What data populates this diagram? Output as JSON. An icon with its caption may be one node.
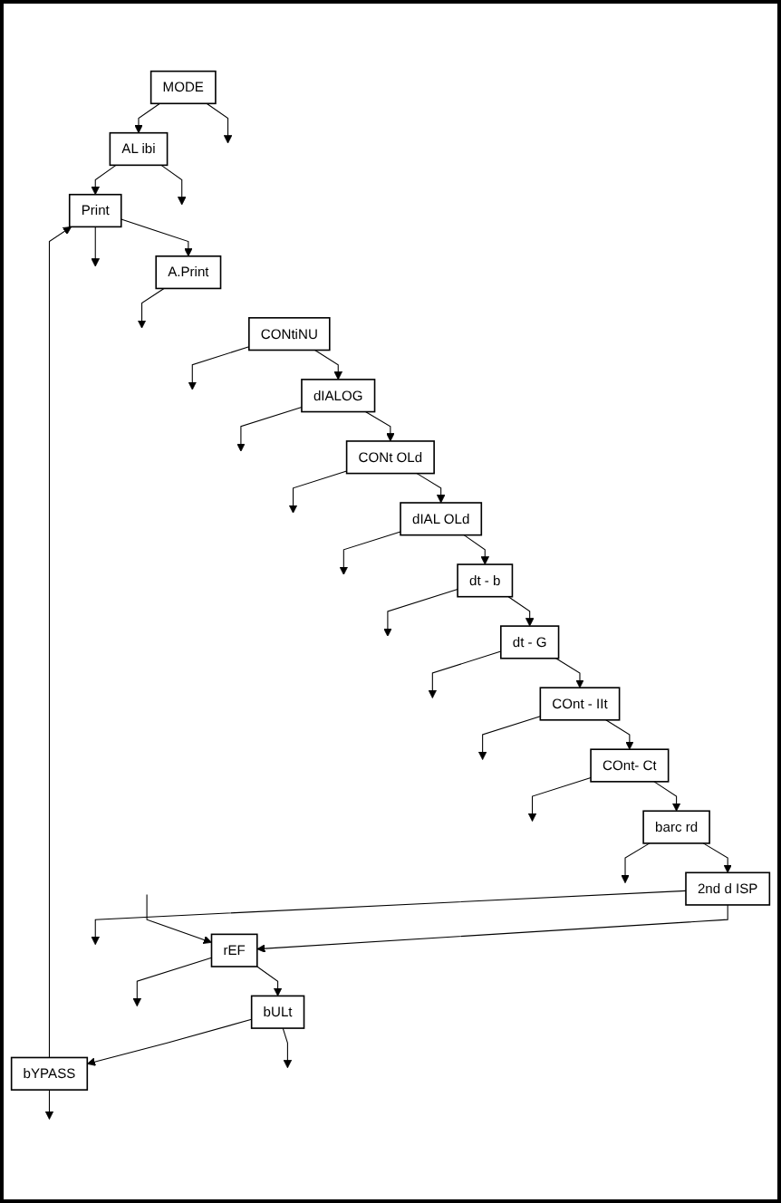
{
  "diagram": {
    "nodes": [
      {
        "text": [
          "MODE"
        ]
      },
      {
        "text": [
          "AL ibi"
        ]
      },
      {
        "text": [
          "Print"
        ]
      },
      {
        "text": [
          "A.Print"
        ]
      },
      {
        "text": [
          "CONtiNU"
        ]
      },
      {
        "text": [
          "dIALOG"
        ]
      },
      {
        "text": [
          "CONt OLd"
        ]
      },
      {
        "text": [
          "dIAL OLd"
        ]
      },
      {
        "text": [
          "dt - b"
        ]
      },
      {
        "text": [
          "dt - G"
        ]
      },
      {
        "text": [
          "COnt - IIt"
        ]
      },
      {
        "text": [
          "COnt- Ct"
        ]
      },
      {
        "text": [
          "barc rd"
        ]
      },
      {
        "text": [
          "2nd d ISP"
        ]
      },
      {
        "text": [
          "rEF"
        ]
      },
      {
        "text": [
          "bULt"
        ]
      },
      {
        "text": [
          "bYPASS"
        ]
      }
    ],
    "edges": [
      {
        "from": 0,
        "to": 1,
        "arrow": "to"
      },
      {
        "from": 1,
        "to": 2,
        "arrow": "to"
      },
      {
        "from": 2,
        "to": 3,
        "arrow": "to"
      },
      {
        "from": 4,
        "to": 5,
        "arrow": "to"
      },
      {
        "from": 5,
        "to": 6,
        "arrow": "to"
      },
      {
        "from": 6,
        "to": 7,
        "arrow": "to"
      },
      {
        "from": 7,
        "to": 8,
        "arrow": "to"
      },
      {
        "from": 8,
        "to": 9,
        "arrow": "to"
      },
      {
        "from": 9,
        "to": 10,
        "arrow": "to"
      },
      {
        "from": 10,
        "to": 11,
        "arrow": "to"
      },
      {
        "from": 11,
        "to": 12,
        "arrow": "to"
      },
      {
        "from": 12,
        "to": 13,
        "arrow": "to"
      },
      {
        "from": 13,
        "to": 14,
        "arrow": "to"
      },
      {
        "from": 14,
        "to": 15,
        "arrow": "to"
      },
      {
        "from": 15,
        "to": 16,
        "arrow": "to"
      },
      {
        "from": 16,
        "to": 2,
        "arrow": "to"
      },
      {
        "from": null,
        "to": 14,
        "arrow": "to"
      },
      {
        "from": 0,
        "to": null,
        "arrow": "to"
      },
      {
        "from": 1,
        "to": null,
        "arrow": "to"
      },
      {
        "from": 2,
        "to": null,
        "arrow": "to"
      },
      {
        "from": 3,
        "to": null,
        "arrow": "to"
      },
      {
        "from": 4,
        "to": null,
        "arrow": "to"
      },
      {
        "from": 5,
        "to": null,
        "arrow": "to"
      },
      {
        "from": 6,
        "to": null,
        "arrow": "to"
      },
      {
        "from": 7,
        "to": null,
        "arrow": "to"
      },
      {
        "from": 8,
        "to": null,
        "arrow": "to"
      },
      {
        "from": 9,
        "to": null,
        "arrow": "to"
      },
      {
        "from": 10,
        "to": null,
        "arrow": "to"
      },
      {
        "from": 11,
        "to": null,
        "arrow": "to"
      },
      {
        "from": 12,
        "to": null,
        "arrow": "to"
      },
      {
        "from": 13,
        "to": null,
        "arrow": "to"
      },
      {
        "from": 14,
        "to": null,
        "arrow": "to"
      },
      {
        "from": 15,
        "to": null,
        "arrow": "to"
      },
      {
        "from": 16,
        "to": null,
        "arrow": "to"
      }
    ]
  }
}
